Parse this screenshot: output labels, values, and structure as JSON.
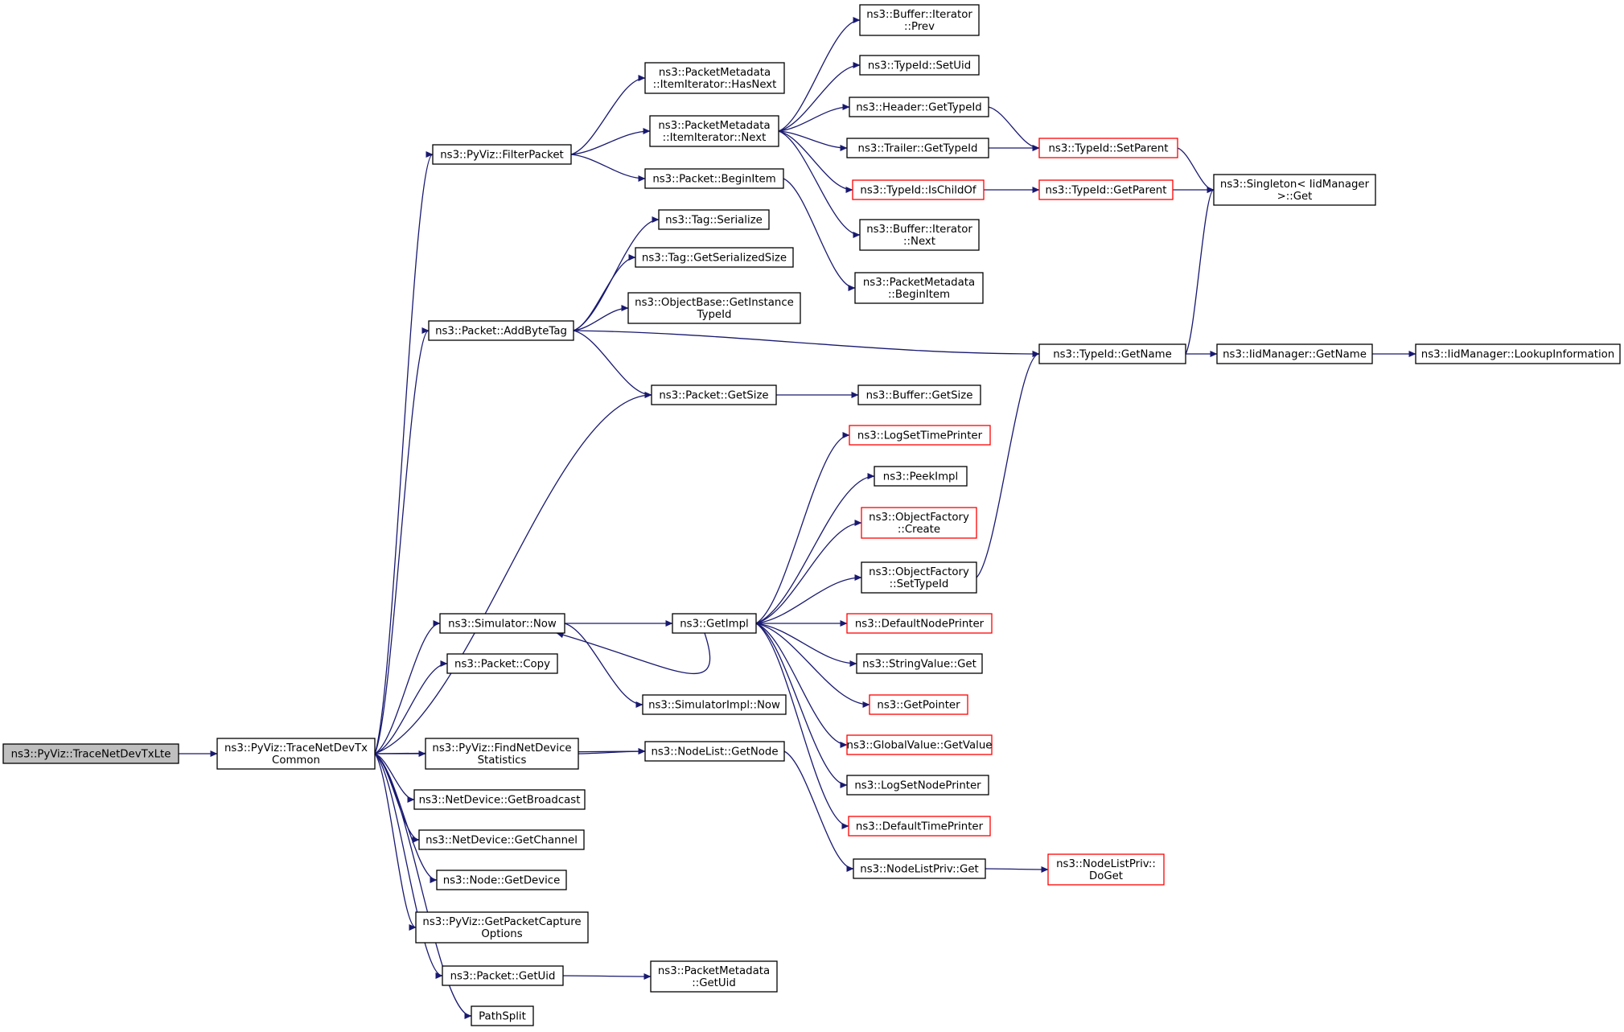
{
  "colors": {
    "edge": "#191970",
    "root_fill": "#bfbfbf",
    "node_border": "#000000",
    "truncated_border": "#ff0000",
    "node_fill": "#ffffff"
  },
  "nodes": [
    {
      "id": "tracenetdevtxlte",
      "lines": [
        "ns3::PyViz::TraceNetDevTxLte"
      ],
      "root": true
    },
    {
      "id": "tracenetdevtxcommon",
      "lines": [
        "ns3::PyViz::TraceNetDevTx",
        "Common"
      ]
    },
    {
      "id": "filterpacket",
      "lines": [
        "ns3::PyViz::FilterPacket"
      ]
    },
    {
      "id": "addbytetag",
      "lines": [
        "ns3::Packet::AddByteTag"
      ]
    },
    {
      "id": "packet-getsize",
      "lines": [
        "ns3::Packet::GetSize"
      ]
    },
    {
      "id": "simulator-now",
      "lines": [
        "ns3::Simulator::Now"
      ]
    },
    {
      "id": "packet-copy",
      "lines": [
        "ns3::Packet::Copy"
      ]
    },
    {
      "id": "findnetdevicestatistics",
      "lines": [
        "ns3::PyViz::FindNetDevice",
        "Statistics"
      ]
    },
    {
      "id": "nodelist-getnode",
      "lines": [
        "ns3::NodeList::GetNode"
      ]
    },
    {
      "id": "netdevice-getbroadcast",
      "lines": [
        "ns3::NetDevice::GetBroadcast"
      ]
    },
    {
      "id": "netdevice-getchannel",
      "lines": [
        "ns3::NetDevice::GetChannel"
      ]
    },
    {
      "id": "node-getdevice",
      "lines": [
        "ns3::Node::GetDevice"
      ]
    },
    {
      "id": "getpacketcaptureoptions",
      "lines": [
        "ns3::PyViz::GetPacketCapture",
        "Options"
      ]
    },
    {
      "id": "packet-getuid",
      "lines": [
        "ns3::Packet::GetUid"
      ]
    },
    {
      "id": "pathsplit",
      "lines": [
        "PathSplit"
      ]
    },
    {
      "id": "itemiterator-hasnext",
      "lines": [
        "ns3::PacketMetadata",
        "::ItemIterator::HasNext"
      ]
    },
    {
      "id": "itemiterator-next",
      "lines": [
        "ns3::PacketMetadata",
        "::ItemIterator::Next"
      ]
    },
    {
      "id": "packet-beginitem",
      "lines": [
        "ns3::Packet::BeginItem"
      ]
    },
    {
      "id": "tag-serialize",
      "lines": [
        "ns3::Tag::Serialize"
      ]
    },
    {
      "id": "tag-getserializedsize",
      "lines": [
        "ns3::Tag::GetSerializedSize"
      ]
    },
    {
      "id": "objectbase-getinstancetypeid",
      "lines": [
        "ns3::ObjectBase::GetInstance",
        "TypeId"
      ]
    },
    {
      "id": "buffer-getsize",
      "lines": [
        "ns3::Buffer::GetSize"
      ]
    },
    {
      "id": "getimpl",
      "lines": [
        "ns3::GetImpl"
      ]
    },
    {
      "id": "simulatorimpl-now",
      "lines": [
        "ns3::SimulatorImpl::Now"
      ]
    },
    {
      "id": "buffer-iterator-prev",
      "lines": [
        "ns3::Buffer::Iterator",
        "::Prev"
      ]
    },
    {
      "id": "typeid-setuid",
      "lines": [
        "ns3::TypeId::SetUid"
      ]
    },
    {
      "id": "header-gettypeid",
      "lines": [
        "ns3::Header::GetTypeId"
      ]
    },
    {
      "id": "trailer-gettypeid",
      "lines": [
        "ns3::Trailer::GetTypeId"
      ]
    },
    {
      "id": "typeid-ischildof",
      "lines": [
        "ns3::TypeId::IsChildOf"
      ],
      "truncated": true
    },
    {
      "id": "buffer-iterator-next",
      "lines": [
        "ns3::Buffer::Iterator",
        "::Next"
      ]
    },
    {
      "id": "packetmetadata-beginitem",
      "lines": [
        "ns3::PacketMetadata",
        "::BeginItem"
      ]
    },
    {
      "id": "typeid-setparent",
      "lines": [
        "ns3::TypeId::SetParent"
      ],
      "truncated": true
    },
    {
      "id": "typeid-getparent",
      "lines": [
        "ns3::TypeId::GetParent"
      ],
      "truncated": true
    },
    {
      "id": "singleton-get",
      "lines": [
        "ns3::Singleton< IidManager",
        ">::Get"
      ]
    },
    {
      "id": "typeid-getname",
      "lines": [
        "ns3::TypeId::GetName"
      ]
    },
    {
      "id": "iidmanager-getname",
      "lines": [
        "ns3::IidManager::GetName"
      ]
    },
    {
      "id": "iidmanager-lookupinformation",
      "lines": [
        "ns3::IidManager::LookupInformation"
      ]
    },
    {
      "id": "logsettimeprinter",
      "lines": [
        "ns3::LogSetTimePrinter"
      ],
      "truncated": true
    },
    {
      "id": "peekimpl",
      "lines": [
        "ns3::PeekImpl"
      ]
    },
    {
      "id": "objectfactory-create",
      "lines": [
        "ns3::ObjectFactory",
        "::Create"
      ],
      "truncated": true
    },
    {
      "id": "objectfactory-settypeid",
      "lines": [
        "ns3::ObjectFactory",
        "::SetTypeId"
      ]
    },
    {
      "id": "defaultnodeprinter",
      "lines": [
        "ns3::DefaultNodePrinter"
      ],
      "truncated": true
    },
    {
      "id": "stringvalue-get",
      "lines": [
        "ns3::StringValue::Get"
      ]
    },
    {
      "id": "getpointer",
      "lines": [
        "ns3::GetPointer"
      ],
      "truncated": true
    },
    {
      "id": "globalvalue-getvalue",
      "lines": [
        "ns3::GlobalValue::GetValue"
      ],
      "truncated": true
    },
    {
      "id": "logsetnodeprinter",
      "lines": [
        "ns3::LogSetNodePrinter"
      ]
    },
    {
      "id": "defaulttimeprinter",
      "lines": [
        "ns3::DefaultTimePrinter"
      ],
      "truncated": true
    },
    {
      "id": "nodelistpriv-get",
      "lines": [
        "ns3::NodeListPriv::Get"
      ]
    },
    {
      "id": "nodelistpriv-doget",
      "lines": [
        "ns3::NodeListPriv::",
        "DoGet"
      ],
      "truncated": true
    },
    {
      "id": "packetmetadata-getuid",
      "lines": [
        "ns3::PacketMetadata",
        "::GetUid"
      ]
    }
  ],
  "edges": [
    [
      "tracenetdevtxlte",
      "tracenetdevtxcommon"
    ],
    [
      "tracenetdevtxcommon",
      "filterpacket"
    ],
    [
      "tracenetdevtxcommon",
      "addbytetag"
    ],
    [
      "tracenetdevtxcommon",
      "packet-getsize"
    ],
    [
      "tracenetdevtxcommon",
      "simulator-now"
    ],
    [
      "tracenetdevtxcommon",
      "packet-copy"
    ],
    [
      "tracenetdevtxcommon",
      "findnetdevicestatistics"
    ],
    [
      "tracenetdevtxcommon",
      "nodelist-getnode"
    ],
    [
      "tracenetdevtxcommon",
      "netdevice-getbroadcast"
    ],
    [
      "tracenetdevtxcommon",
      "netdevice-getchannel"
    ],
    [
      "tracenetdevtxcommon",
      "node-getdevice"
    ],
    [
      "tracenetdevtxcommon",
      "getpacketcaptureoptions"
    ],
    [
      "tracenetdevtxcommon",
      "packet-getuid"
    ],
    [
      "tracenetdevtxcommon",
      "pathsplit"
    ],
    [
      "filterpacket",
      "itemiterator-hasnext"
    ],
    [
      "filterpacket",
      "itemiterator-next"
    ],
    [
      "filterpacket",
      "packet-beginitem"
    ],
    [
      "itemiterator-next",
      "buffer-iterator-prev"
    ],
    [
      "itemiterator-next",
      "typeid-setuid"
    ],
    [
      "itemiterator-next",
      "header-gettypeid"
    ],
    [
      "itemiterator-next",
      "trailer-gettypeid"
    ],
    [
      "itemiterator-next",
      "typeid-ischildof"
    ],
    [
      "itemiterator-next",
      "buffer-iterator-next"
    ],
    [
      "header-gettypeid",
      "typeid-setparent"
    ],
    [
      "trailer-gettypeid",
      "typeid-setparent"
    ],
    [
      "typeid-setparent",
      "singleton-get"
    ],
    [
      "typeid-ischildof",
      "typeid-getparent"
    ],
    [
      "typeid-getparent",
      "singleton-get"
    ],
    [
      "packet-beginitem",
      "packetmetadata-beginitem"
    ],
    [
      "addbytetag",
      "tag-serialize"
    ],
    [
      "addbytetag",
      "tag-getserializedsize"
    ],
    [
      "addbytetag",
      "objectbase-getinstancetypeid"
    ],
    [
      "addbytetag",
      "typeid-getname"
    ],
    [
      "addbytetag",
      "packet-getsize"
    ],
    [
      "typeid-getname",
      "singleton-get"
    ],
    [
      "typeid-getname",
      "iidmanager-getname"
    ],
    [
      "iidmanager-getname",
      "iidmanager-lookupinformation"
    ],
    [
      "packet-getsize",
      "buffer-getsize"
    ],
    [
      "simulator-now",
      "getimpl"
    ],
    [
      "simulator-now",
      "simulatorimpl-now"
    ],
    [
      "getimpl",
      "logsettimeprinter"
    ],
    [
      "getimpl",
      "peekimpl"
    ],
    [
      "getimpl",
      "objectfactory-create"
    ],
    [
      "getimpl",
      "objectfactory-settypeid"
    ],
    [
      "getimpl",
      "defaultnodeprinter"
    ],
    [
      "getimpl",
      "stringvalue-get"
    ],
    [
      "getimpl",
      "getpointer"
    ],
    [
      "getimpl",
      "globalvalue-getvalue"
    ],
    [
      "getimpl",
      "logsetnodeprinter"
    ],
    [
      "getimpl",
      "defaulttimeprinter"
    ],
    [
      "getimpl",
      "simulator-now"
    ],
    [
      "objectfactory-settypeid",
      "typeid-getname"
    ],
    [
      "findnetdevicestatistics",
      "nodelist-getnode"
    ],
    [
      "nodelist-getnode",
      "nodelistpriv-get"
    ],
    [
      "nodelistpriv-get",
      "nodelistpriv-doget"
    ],
    [
      "packet-getuid",
      "packetmetadata-getuid"
    ]
  ]
}
